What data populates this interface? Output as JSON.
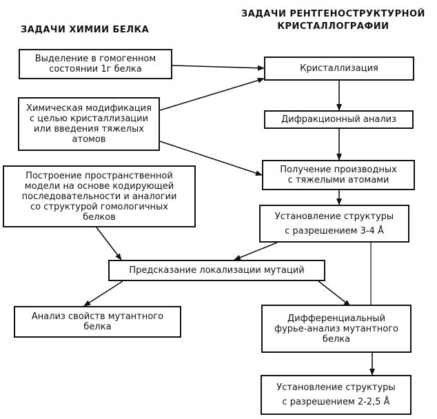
{
  "headers": {
    "left": "ЗАДАЧИ ХИМИИ БЕЛКА",
    "right_line1": "ЗАДАЧИ РЕНТГЕНОСТРУКТУРНОЙ",
    "right_line2": "КРИСТАЛЛОГРАФИИ"
  },
  "left_boxes": {
    "isolation": [
      "Выделение в гомогенном",
      "состоянии 1г белка"
    ],
    "modification": [
      "Химическая модификация",
      "с целью кристаллизации",
      "или введения тяжелых",
      "атомов"
    ],
    "model": [
      "Построение пространственной",
      "модели на основе кодирующей",
      "последовательности и аналогии",
      "со структурой гомологичных",
      "белков"
    ],
    "analysis": [
      "Анализ свойств мутантного",
      "белка"
    ]
  },
  "center_box": {
    "prediction": "Предсказание локализации мутаций"
  },
  "right_boxes": {
    "crystallization": "Кристаллизация",
    "diffraction": "Дифракционный анализ",
    "derivatives": [
      "Получение производных",
      "с тяжелыми атомами"
    ],
    "structure_low": [
      "Установление структуры",
      "с разрешением 3-4 Å"
    ],
    "fourier": [
      "Дифференциальный",
      "фурье-анализ мутантного",
      "белка"
    ],
    "structure_high": [
      "Установление структуры",
      "с разрешением 2-2,5 Å"
    ]
  }
}
